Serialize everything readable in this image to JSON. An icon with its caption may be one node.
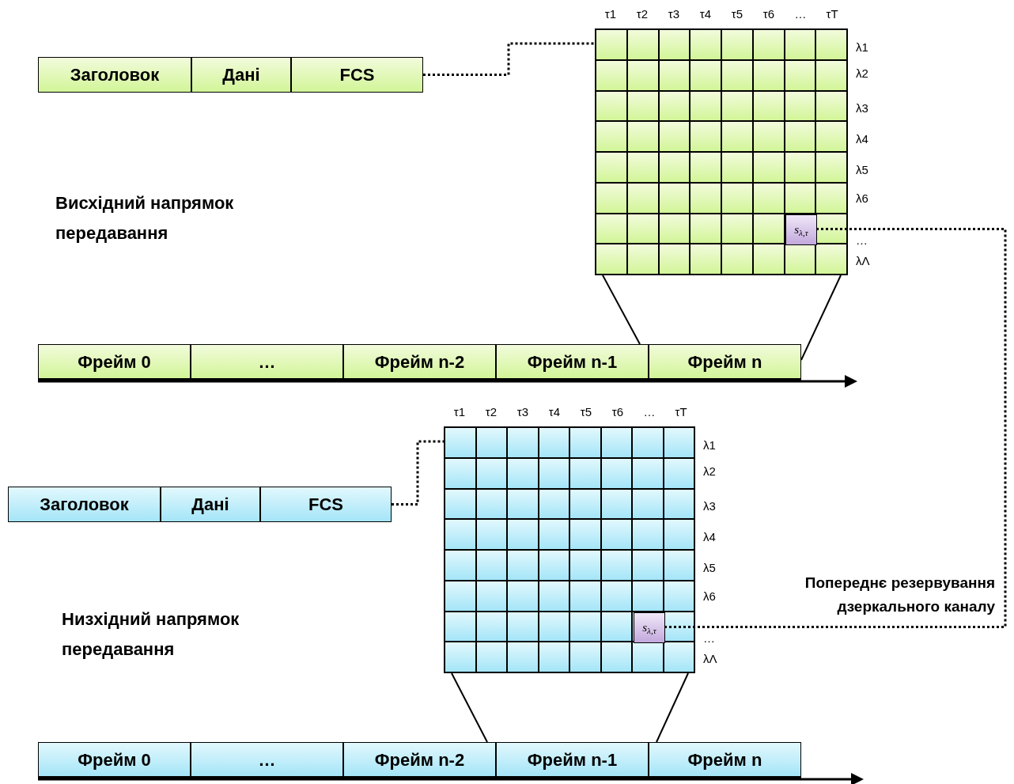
{
  "diagram": {
    "nodes": [
      {
        "text": [
          "Заголовок"
        ]
      },
      {
        "text": [
          "Дані"
        ]
      },
      {
        "text": [
          "FCS"
        ]
      },
      {
        "text": [],
        "shape": "grid"
      },
      {
        "text": [
          "s$_{λ,τ}$"
        ],
        "in": 3
      },
      {
        "text": [
          "Фрейм 0"
        ]
      },
      {
        "text": [
          "…"
        ]
      },
      {
        "text": [
          "Фрейм n-2"
        ]
      },
      {
        "text": [
          "Фрейм n-1"
        ]
      },
      {
        "text": [
          "Фрейм n"
        ]
      },
      {
        "text": [
          "Заголовок"
        ]
      },
      {
        "text": [
          "Дані"
        ]
      },
      {
        "text": [
          "FCS"
        ]
      },
      {
        "text": [],
        "shape": "grid"
      },
      {
        "text": [
          "s$_{λ,τ}$"
        ],
        "in": 13
      },
      {
        "text": [
          "Фрейм 0"
        ]
      },
      {
        "text": [
          "…"
        ]
      },
      {
        "text": [
          "Фрейм n-2"
        ]
      },
      {
        "text": [
          "Фрейм n-1"
        ]
      },
      {
        "text": [
          "Фрейм n"
        ]
      }
    ],
    "edges": [
      {
        "from": 2,
        "to": 3,
        "arrow": "none",
        "style": "dashed"
      },
      {
        "from": 3,
        "to": 9,
        "arrow": "none"
      },
      {
        "from": 3,
        "to": 9,
        "arrow": "none"
      },
      {
        "from": 4,
        "to": 14,
        "arrow": "none",
        "style": "dashed",
        "label": "Попереднє резервування дзеркального каналу"
      },
      {
        "from": 12,
        "to": 13,
        "arrow": "none",
        "style": "dashed"
      },
      {
        "from": 13,
        "to": 18,
        "arrow": "none"
      },
      {
        "from": 13,
        "to": 18,
        "arrow": "none"
      }
    ],
    "labels": [
      "τ1",
      "τ2",
      "τ3",
      "τ4",
      "τ5",
      "τ6",
      "…",
      "τT",
      "λ1",
      "λ2",
      "λ3",
      "λ4",
      "λ5",
      "λ6",
      "…",
      "λΛ",
      "Висхідний напрямок передавання",
      "τ1",
      "τ2",
      "τ3",
      "τ4",
      "τ5",
      "τ6",
      "…",
      "τT",
      "λ1",
      "λ2",
      "λ3",
      "λ4",
      "λ5",
      "λ6",
      "…",
      "λΛ",
      "Низхідний напрямок передавання"
    ]
  }
}
